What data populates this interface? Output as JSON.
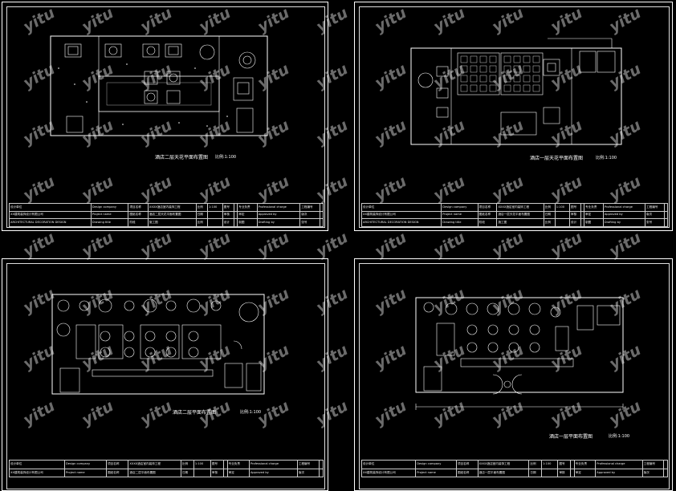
{
  "sheets": [
    {
      "id": "tl",
      "title": "酒店二层天花平面布置图",
      "scale": "比例:1:100",
      "titleblock": [
        [
          "设计单位",
          "Design company",
          "项目名称",
          "XXXX酒店室内装饰工程",
          "比例",
          "1:100",
          "图号",
          "",
          "专业负责",
          "Professional charge",
          "工程编号",
          ""
        ],
        [
          "XX建筑装饰设计有限公司",
          "Project name",
          "图纸名称",
          "酒店二层天花平面布置图",
          "日期",
          "",
          "审核",
          "",
          "审定",
          "Approved by",
          "版次",
          ""
        ],
        [
          "ARCHITECTURAL DECORATION DESIGN",
          "Drawing title",
          "阶段",
          "施工图",
          "比例",
          "",
          "设计",
          "",
          "制图",
          "Drafting by",
          "张号",
          ""
        ]
      ]
    },
    {
      "id": "tr",
      "title": "酒店一层天花平面布置图",
      "scale": "比例:1:100",
      "titleblock": [
        [
          "设计单位",
          "Design company",
          "项目名称",
          "XXXX酒店室内装饰工程",
          "比例",
          "1:100",
          "图号",
          "",
          "专业负责",
          "Professional charge",
          "工程编号",
          ""
        ],
        [
          "XX建筑装饰设计有限公司",
          "Project name",
          "图纸名称",
          "酒店一层天花平面布置图",
          "日期",
          "",
          "审核",
          "",
          "审定",
          "Approved by",
          "版次",
          ""
        ],
        [
          "ARCHITECTURAL DECORATION DESIGN",
          "Drawing title",
          "阶段",
          "施工图",
          "比例",
          "",
          "设计",
          "",
          "制图",
          "Drafting by",
          "张号",
          ""
        ]
      ]
    },
    {
      "id": "bl",
      "title": "酒店二层平面布置图",
      "scale": "比例:1:100",
      "titleblock": [
        [
          "设计单位",
          "Design company",
          "项目名称",
          "XXXX酒店室内装饰工程",
          "比例",
          "1:100",
          "图号",
          "",
          "专业负责",
          "Professional charge",
          "工程编号",
          ""
        ],
        [
          "XX建筑装饰设计有限公司",
          "Project name",
          "图纸名称",
          "酒店二层平面布置图",
          "日期",
          "",
          "审核",
          "",
          "审定",
          "Approved by",
          "版次",
          ""
        ]
      ]
    },
    {
      "id": "br",
      "title": "酒店一层平面布置图",
      "scale": "比例:1:100",
      "titleblock": [
        [
          "设计单位",
          "Design company",
          "项目名称",
          "XXXX酒店室内装饰工程",
          "比例",
          "1:100",
          "图号",
          "",
          "专业负责",
          "Professional charge",
          "工程编号",
          ""
        ],
        [
          "XX建筑装饰设计有限公司",
          "Project name",
          "图纸名称",
          "酒店一层平面布置图",
          "日期",
          "",
          "审核",
          "",
          "审定",
          "Approved by",
          "版次",
          ""
        ]
      ]
    }
  ],
  "watermark": "yitu"
}
